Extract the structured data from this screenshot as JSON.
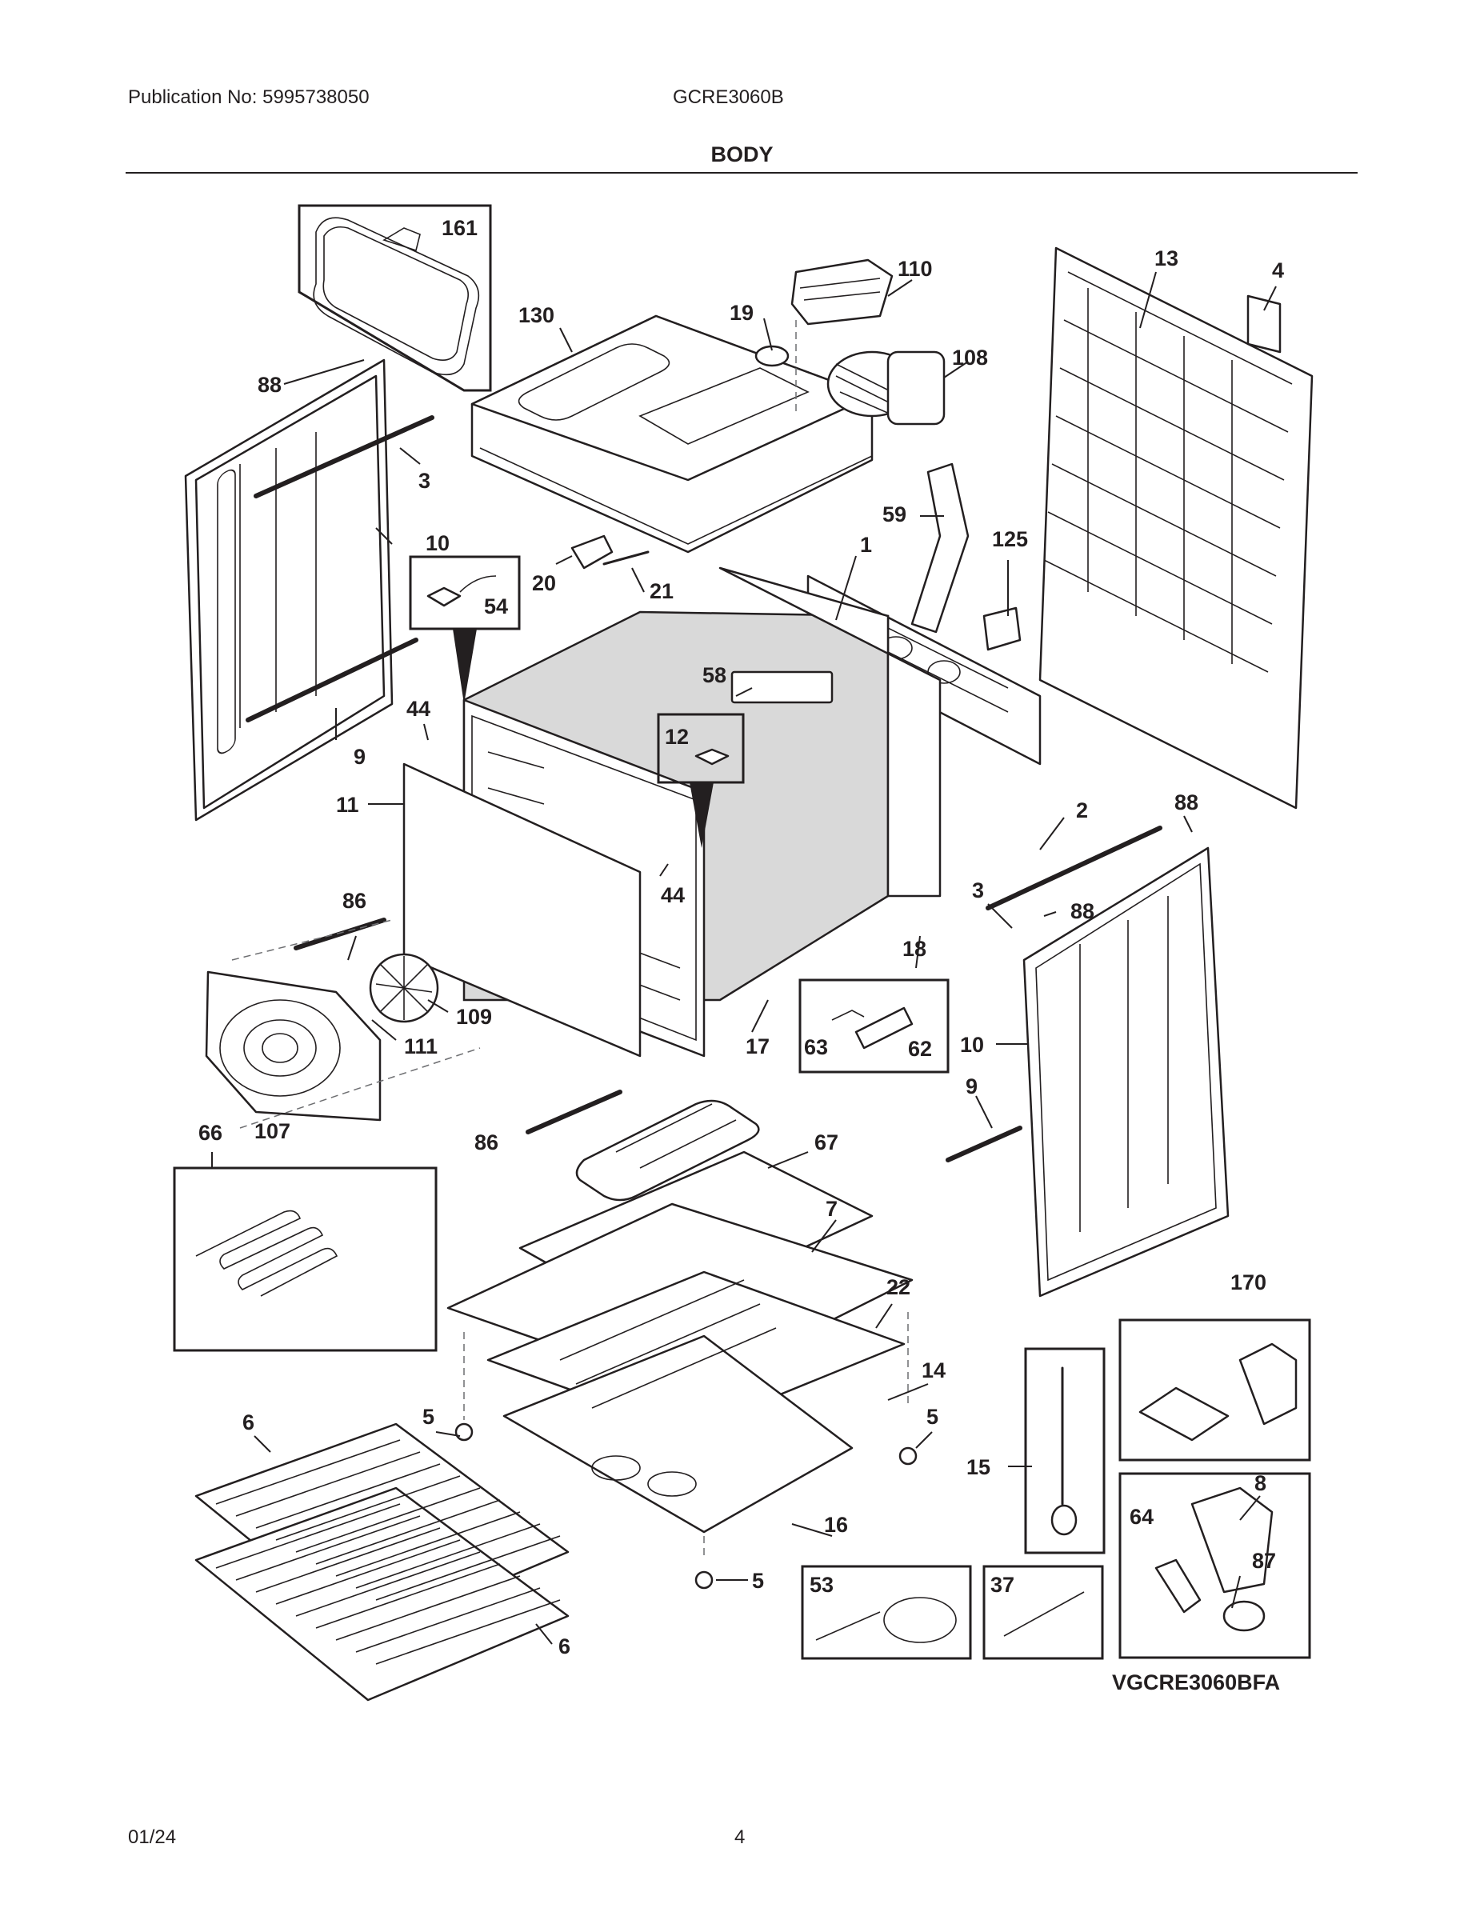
{
  "header": {
    "publication": "Publication No: 5995738050",
    "model": "GCRE3060B",
    "section_title": "BODY"
  },
  "diagram": {
    "callouts": {
      "p161": "161",
      "p130": "130",
      "p110": "110",
      "p108": "108",
      "p19": "19",
      "p13": "13",
      "p4": "4",
      "p88a": "88",
      "p3a": "3",
      "p10a": "10",
      "p59": "59",
      "p1": "1",
      "p125": "125",
      "p20": "20",
      "p21": "21",
      "p54": "54",
      "p58": "58",
      "p44a": "44",
      "p9a": "9",
      "p12": "12",
      "p11": "11",
      "p44b": "44",
      "p2": "2",
      "p88b": "88",
      "p3b": "3",
      "p88c": "88",
      "p86a": "86",
      "p109": "109",
      "p111": "111",
      "p18": "18",
      "p17": "17",
      "p63": "63",
      "p62": "62",
      "p10b": "10",
      "p9b": "9",
      "p66": "66",
      "p107": "107",
      "p86b": "86",
      "p67": "67",
      "p7": "7",
      "p22": "22",
      "p170": "170",
      "p14": "14",
      "p5a": "5",
      "p5b": "5",
      "p6a": "6",
      "p15": "15",
      "p8": "8",
      "p64": "64",
      "p16": "16",
      "p87": "87",
      "p5c": "5",
      "p53": "53",
      "p37": "37",
      "p6b": "6"
    },
    "drawing_code": "VGCRE3060BFA"
  },
  "footer": {
    "date": "01/24",
    "page_number": "4"
  }
}
